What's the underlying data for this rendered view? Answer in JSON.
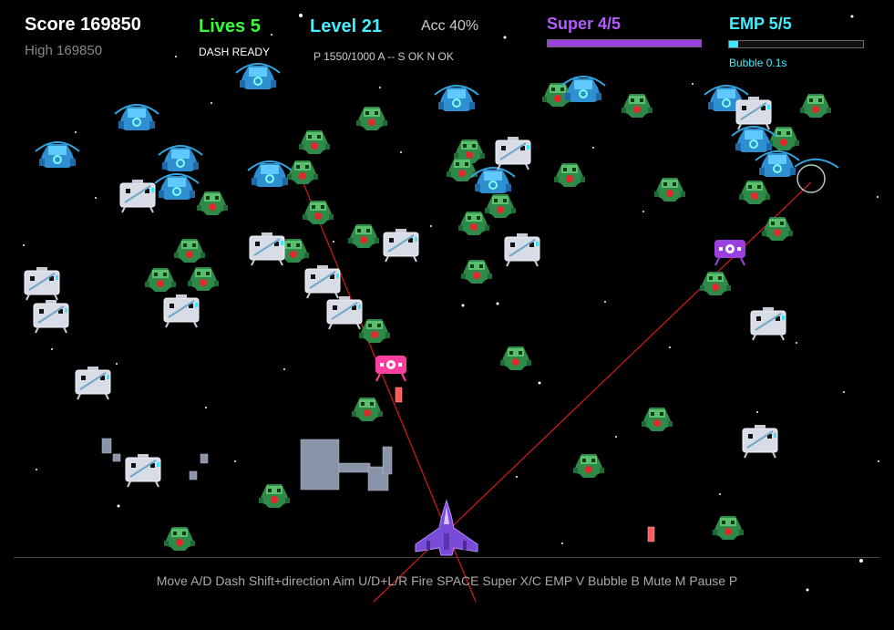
{
  "hud": {
    "score": "Score 169850",
    "high": "High 169850",
    "lives": "Lives 5",
    "dash": "DASH READY",
    "level": "Level 21",
    "accuracy": "Acc 40%",
    "power": "P 1550/1000  A --  S OK  N OK",
    "super": "Super 4/5",
    "super_fill": 1.0,
    "emp": "EMP 5/5",
    "emp_fill": 0.07,
    "bubble": "Bubble 0.1s"
  },
  "controls": "Move A/D  Dash Shift+direction  Aim U/D+L/R  Fire SPACE  Super X/C  EMP V  Bubble B  Mute M  Pause P",
  "colors": {
    "background": "#000000",
    "green_alien": "#2f8a4a",
    "blue_alien": "#2fa7e0",
    "robot": "#d8dce6",
    "pink_enemy": "#ff3f9e",
    "purple_enemy": "#9a40e0",
    "ship": "#7a4ad8",
    "laser": "#c81a1a",
    "bunker": "#8a94a8"
  }
}
